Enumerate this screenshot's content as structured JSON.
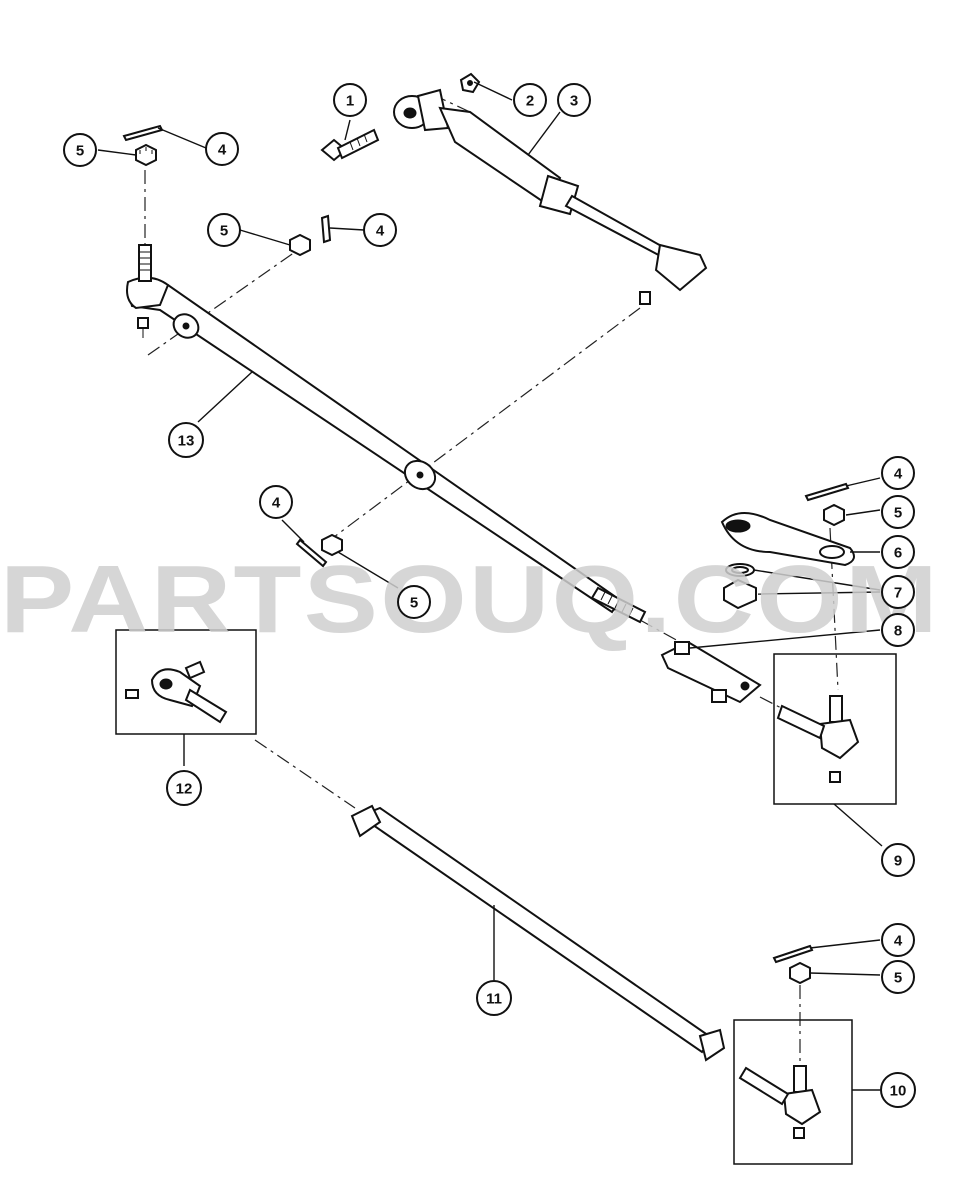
{
  "watermark": "PARTSOUQ.COM",
  "callouts": [
    {
      "id": "c1",
      "label": "1"
    },
    {
      "id": "c2",
      "label": "2"
    },
    {
      "id": "c3",
      "label": "3"
    },
    {
      "id": "c4a",
      "label": "4"
    },
    {
      "id": "c5a",
      "label": "5"
    },
    {
      "id": "c5b",
      "label": "5"
    },
    {
      "id": "c4b",
      "label": "4"
    },
    {
      "id": "c13",
      "label": "13"
    },
    {
      "id": "c4c",
      "label": "4"
    },
    {
      "id": "c5c",
      "label": "5"
    },
    {
      "id": "c4d",
      "label": "4"
    },
    {
      "id": "c5d",
      "label": "5"
    },
    {
      "id": "c6",
      "label": "6"
    },
    {
      "id": "c7",
      "label": "7"
    },
    {
      "id": "c8",
      "label": "8"
    },
    {
      "id": "c12",
      "label": "12"
    },
    {
      "id": "c9",
      "label": "9"
    },
    {
      "id": "c11",
      "label": "11"
    },
    {
      "id": "c4e",
      "label": "4"
    },
    {
      "id": "c5e",
      "label": "5"
    },
    {
      "id": "c10",
      "label": "10"
    }
  ]
}
